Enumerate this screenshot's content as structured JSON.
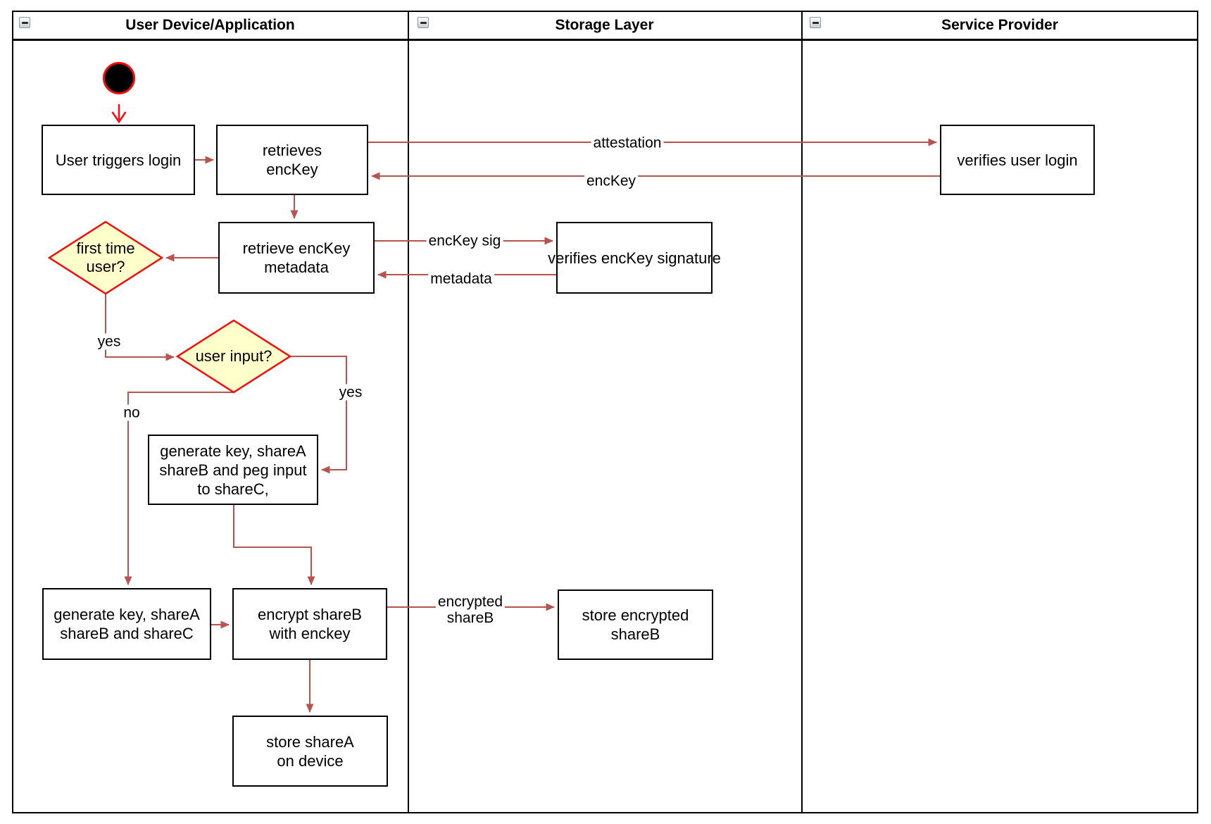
{
  "lanes": [
    {
      "title": "User Device/Application"
    },
    {
      "title": "Storage Layer"
    },
    {
      "title": "Service Provider"
    }
  ],
  "icons": {
    "collapse": "minus-icon"
  },
  "nodes": {
    "user_triggers_login": "User triggers login",
    "retrieves_enckey": "retrieves\nencKey",
    "retrieve_enckey_metadata": "retrieve encKey\nmetadata",
    "verifies_enckey_signature": "verifies encKey signature",
    "verifies_user_login": "verifies user login",
    "generate_key_peg_input": "generate key, shareA\nshareB and peg input\nto shareC,",
    "generate_key_sharec": "generate key, shareA\nshareB and shareC",
    "encrypt_shareb": "encrypt shareB\nwith enckey",
    "store_encrypted_shareb": "store encrypted\nshareB",
    "store_sharea_on_device": "store shareA\non device"
  },
  "decisions": {
    "first_time_user": "first time\nuser?",
    "user_input": "user input?"
  },
  "edge_labels": {
    "attestation": "attestation",
    "enckey": "encKey",
    "enckey_sig": "encKey sig",
    "metadata": "metadata",
    "yes_first_time": "yes",
    "no_user_input": "no",
    "yes_user_input": "yes",
    "encrypted_shareb": "encrypted\nshareB"
  },
  "colors": {
    "connector": "#b85450",
    "highlight_red": "#f20d0d",
    "decision_fill": "#ffffcc",
    "node_border": "#000000",
    "background": "#ffffff"
  }
}
